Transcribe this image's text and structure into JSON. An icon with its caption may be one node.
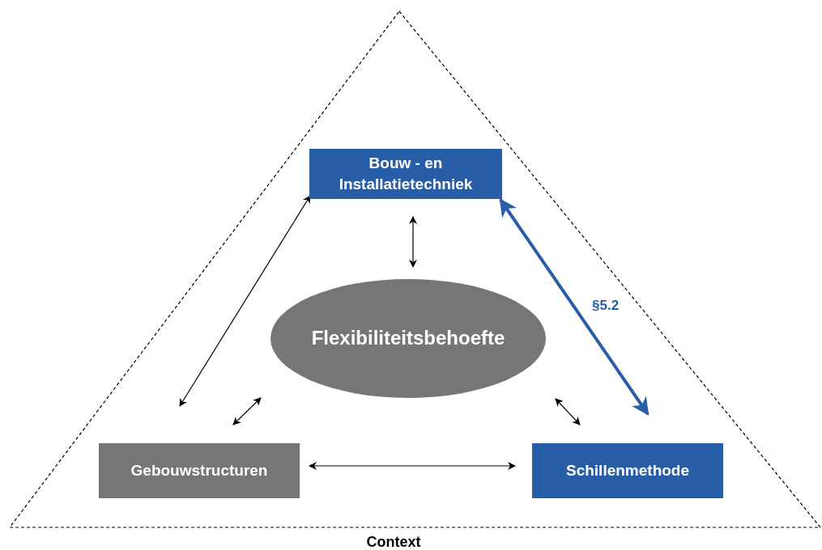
{
  "diagram": {
    "nodes": [
      {
        "text": [
          "Context"
        ]
      },
      {
        "text": [
          "Bouw - en Installatietechniek"
        ],
        "in": 0
      },
      {
        "text": [
          "Flexibiliteitsbehoefte"
        ],
        "in": 0
      },
      {
        "text": [
          "Gebouwstructuren"
        ],
        "in": 0
      },
      {
        "text": [
          "Schillenmethode"
        ],
        "in": 0
      }
    ],
    "edges": [
      {
        "from": 1,
        "to": 2,
        "arrow": "both"
      },
      {
        "from": 1,
        "to": 3,
        "arrow": "both"
      },
      {
        "from": 1,
        "to": 4,
        "arrow": "both",
        "label": "§5.2",
        "style": "thick",
        "color": "#285ea8"
      },
      {
        "from": 2,
        "to": 3,
        "arrow": "both"
      },
      {
        "from": 2,
        "to": 4,
        "arrow": "both"
      },
      {
        "from": 3,
        "to": 4,
        "arrow": "both"
      }
    ]
  }
}
